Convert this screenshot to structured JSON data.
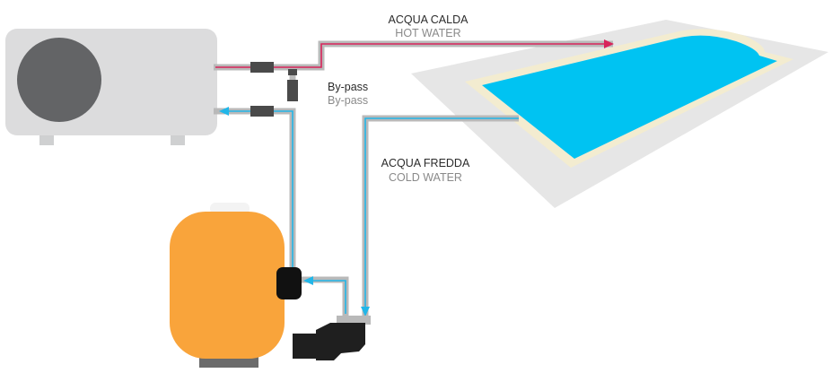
{
  "labels": {
    "hot_it": "ACQUA CALDA",
    "hot_en": "HOT WATER",
    "bypass_it": "By-pass",
    "bypass_en": "By-pass",
    "cold_it": "ACQUA FREDDA",
    "cold_en": "COLD WATER"
  },
  "colors": {
    "hot_flow": "#d8245a",
    "cold_flow": "#22b6e8",
    "pipe": "#b9b9b9",
    "pool_water": "#00c3f2",
    "pool_edge": "#f3ecd0",
    "pool_deck": "#e6e6e6",
    "heat_pump": "#dcdcdd",
    "fan": "#636466",
    "filter_tank": "#f9a43b",
    "pump": "#1f1f1f"
  },
  "components": [
    "heat-pump",
    "swimming-pool",
    "sand-filter",
    "circulation-pump",
    "bypass-valve"
  ]
}
